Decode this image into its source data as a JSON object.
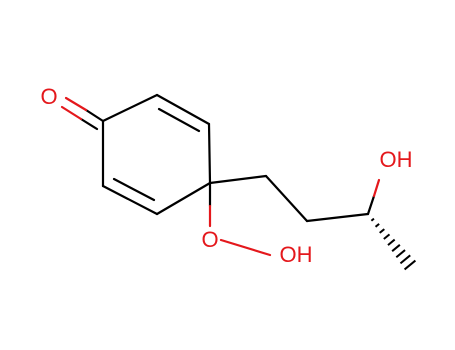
{
  "molecule": {
    "bond_color": "#000000",
    "hetero_color": "#e4181c",
    "atom_labels": {
      "ketone_oxygen": "O",
      "hydroperoxy_hydroxyl": "OH",
      "side_chain_hydroxyl": "OH"
    },
    "stereo": {
      "methyl_bond": "hashed"
    }
  }
}
